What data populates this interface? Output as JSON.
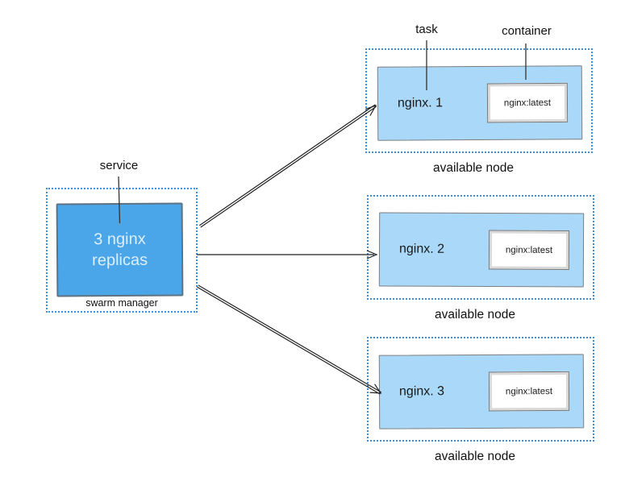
{
  "service": {
    "annotation": "service",
    "name_lines": [
      "3 nginx",
      "replicas"
    ],
    "caption": "swarm manager"
  },
  "annotations": {
    "task": "task",
    "container": "container"
  },
  "nodes": [
    {
      "task": "nginx. 1",
      "image": "nginx:latest",
      "caption": "available node"
    },
    {
      "task": "nginx. 2",
      "image": "nginx:latest",
      "caption": "available node"
    },
    {
      "task": "nginx. 3",
      "image": "nginx:latest",
      "caption": "available node"
    }
  ],
  "colors": {
    "service_fill": "#4ba5e9",
    "node_fill": "#a9d8f8",
    "dotted_border": "#3e8ede",
    "service_text": "#dceffb",
    "line": "#222222"
  }
}
